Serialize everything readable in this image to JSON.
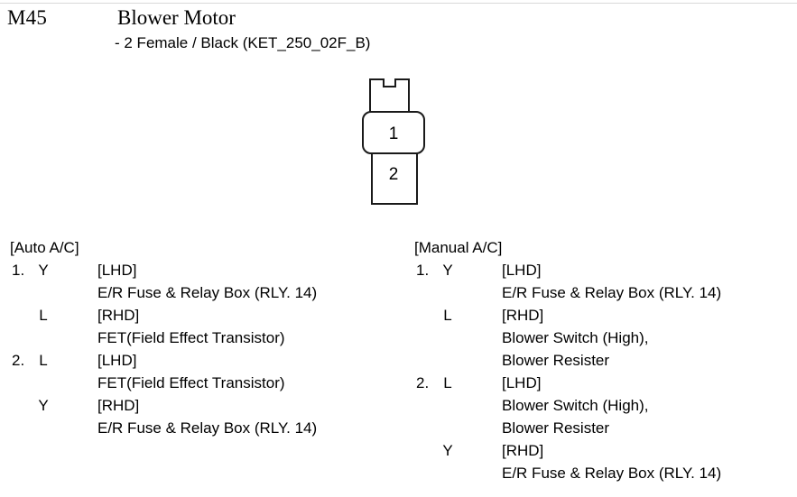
{
  "header": {
    "code": "M45",
    "title": "Blower Motor",
    "subtitle": "- 2 Female / Black (KET_250_02F_B)"
  },
  "connector": {
    "pins": [
      {
        "number": "1"
      },
      {
        "number": "2"
      }
    ]
  },
  "columns": [
    {
      "label": "[Auto A/C]",
      "rows": [
        {
          "number": "1.",
          "wire": "Y",
          "hand": "[LHD]",
          "targets": [
            "E/R Fuse & Relay Box (RLY. 14)"
          ]
        },
        {
          "number": "",
          "wire": "L",
          "hand": "[RHD]",
          "targets": [
            "FET(Field Effect Transistor)"
          ]
        },
        {
          "number": "2.",
          "wire": "L",
          "hand": "[LHD]",
          "targets": [
            "FET(Field Effect Transistor)"
          ]
        },
        {
          "number": "",
          "wire": "Y",
          "hand": "[RHD]",
          "targets": [
            "E/R Fuse & Relay Box (RLY. 14)"
          ]
        }
      ]
    },
    {
      "label": "[Manual A/C]",
      "rows": [
        {
          "number": "1.",
          "wire": "Y",
          "hand": "[LHD]",
          "targets": [
            "E/R Fuse & Relay Box (RLY. 14)"
          ]
        },
        {
          "number": "",
          "wire": "L",
          "hand": "[RHD]",
          "targets": [
            "Blower Switch (High),",
            "Blower Resister"
          ]
        },
        {
          "number": "2.",
          "wire": "L",
          "hand": "[LHD]",
          "targets": [
            "Blower Switch (High),",
            "Blower Resister"
          ]
        },
        {
          "number": "",
          "wire": "Y",
          "hand": "[RHD]",
          "targets": [
            "E/R Fuse & Relay Box (RLY. 14)"
          ]
        }
      ]
    }
  ]
}
